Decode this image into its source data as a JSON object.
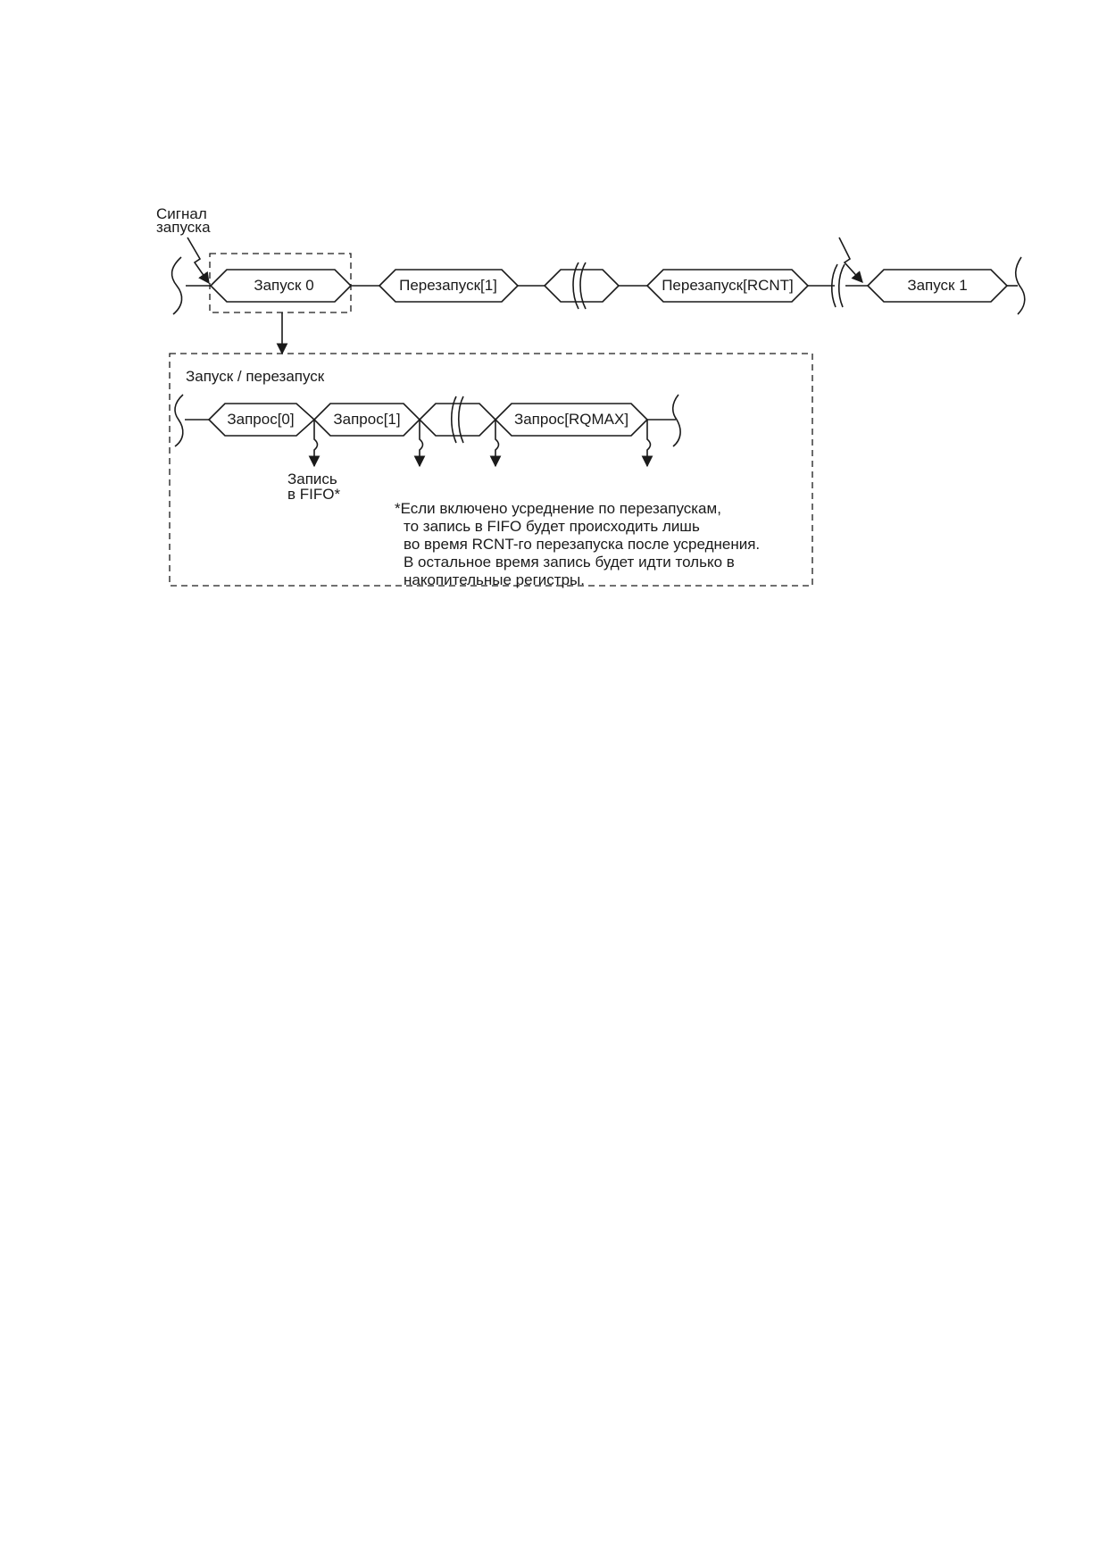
{
  "trigger_label": [
    "Сигнал",
    "запуска"
  ],
  "top_row": {
    "start0": "Запуск 0",
    "restart1": "Перезапуск[1]",
    "restart_rcnt": "Перезапуск[RCNT]",
    "start1": "Запуск 1"
  },
  "detail": {
    "title": "Запуск / перезапуск",
    "req0": "Запрос[0]",
    "req1": "Запрос[1]",
    "req_max": "Запрос[RQMAX]",
    "fifo_label": [
      "Запись",
      "в FIFO*"
    ]
  },
  "footnote": [
    "*Если включено усреднение по перезапускам,",
    "то запись в FIFO будет происходить лишь",
    "во время RCNT-го перезапуска после усреднения.",
    "В остальное время запись будет идти только в",
    "накопительные регистры."
  ]
}
